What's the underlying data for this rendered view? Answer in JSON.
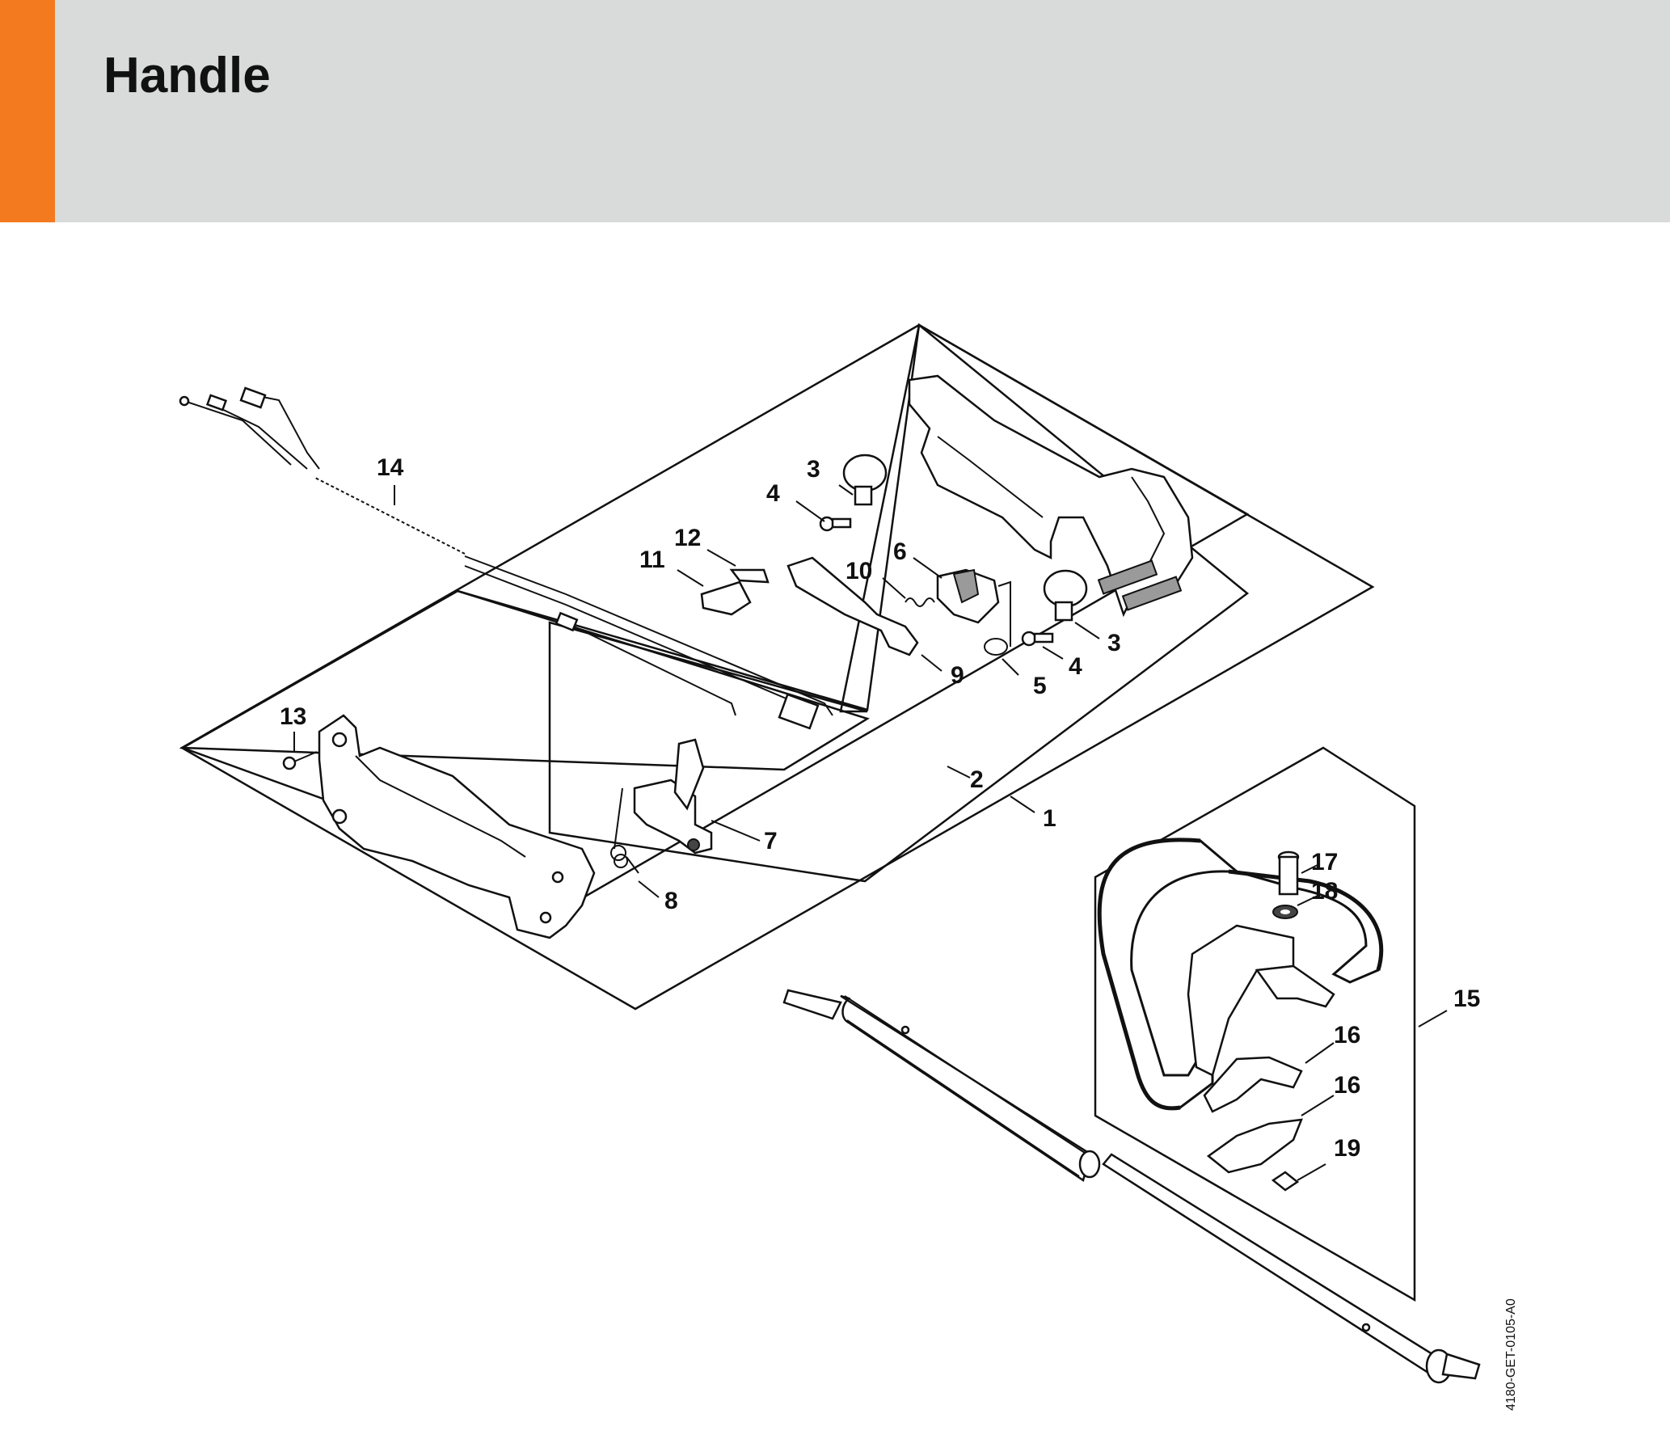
{
  "page": {
    "title": "Handle",
    "accent_color": "#f37a1f",
    "header_color": "#d9dbda"
  },
  "diagram": {
    "reference_code": "4180-GET-0105-A0",
    "callouts": [
      "1",
      "2",
      "3",
      "3",
      "4",
      "4",
      "5",
      "6",
      "7",
      "8",
      "9",
      "10",
      "11",
      "12",
      "13",
      "14",
      "15",
      "16",
      "16",
      "17",
      "18",
      "19"
    ]
  }
}
